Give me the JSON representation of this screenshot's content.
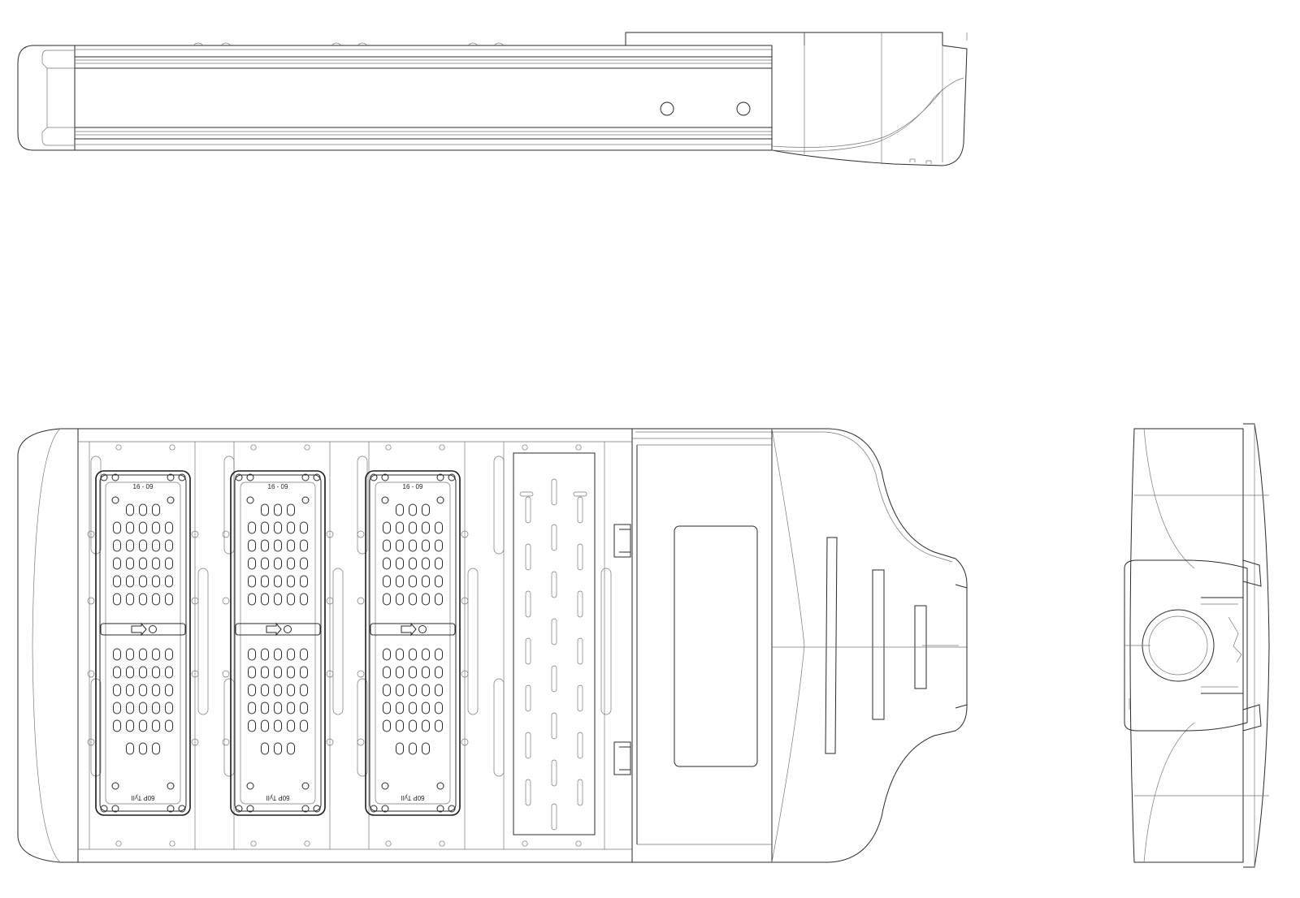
{
  "drawing": {
    "views": [
      "side-elevation",
      "bottom-plan",
      "end-elevation"
    ]
  },
  "modules": [
    {
      "code": "16 - 09",
      "type": "60P TyII",
      "direction": "right"
    },
    {
      "code": "16 - 09",
      "type": "60P TyII",
      "direction": "right"
    },
    {
      "code": "16 - 09",
      "type": "60P TyII",
      "direction": "right"
    }
  ],
  "lens_grid": {
    "columns": 5,
    "rows_per_half": 5,
    "top_short_row": 3,
    "bottom_short_row": 3
  },
  "colors": {
    "line": "#2a2a2a",
    "thin": "#777777",
    "background": "#ffffff"
  }
}
